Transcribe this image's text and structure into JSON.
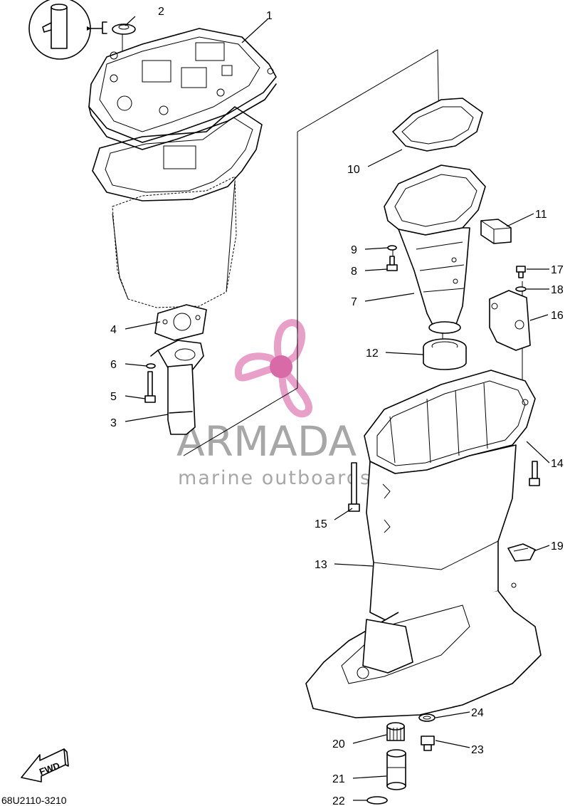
{
  "diagram_code": "68U2110-3210",
  "direction_label": "FWD",
  "watermark": {
    "brand": "ARMADA",
    "tagline": "marine outboards",
    "logo_color": "#e8a0c8",
    "logo_center_color": "#d86aa8"
  },
  "callouts": [
    {
      "id": "1",
      "label": "1"
    },
    {
      "id": "2",
      "label": "2"
    },
    {
      "id": "3",
      "label": "3"
    },
    {
      "id": "4",
      "label": "4"
    },
    {
      "id": "5",
      "label": "5"
    },
    {
      "id": "6",
      "label": "6"
    },
    {
      "id": "7",
      "label": "7"
    },
    {
      "id": "8",
      "label": "8"
    },
    {
      "id": "9",
      "label": "9"
    },
    {
      "id": "10",
      "label": "10"
    },
    {
      "id": "11",
      "label": "11"
    },
    {
      "id": "12",
      "label": "12"
    },
    {
      "id": "13",
      "label": "13"
    },
    {
      "id": "14",
      "label": "14"
    },
    {
      "id": "15",
      "label": "15"
    },
    {
      "id": "16",
      "label": "16"
    },
    {
      "id": "17",
      "label": "17"
    },
    {
      "id": "18",
      "label": "18"
    },
    {
      "id": "19",
      "label": "19"
    },
    {
      "id": "20",
      "label": "20"
    },
    {
      "id": "21",
      "label": "21"
    },
    {
      "id": "22",
      "label": "22"
    },
    {
      "id": "23",
      "label": "23"
    },
    {
      "id": "24",
      "label": "24"
    }
  ],
  "icons": [
    "detail-inset-icon",
    "fwd-arrow-icon",
    "propeller-logo-icon"
  ]
}
